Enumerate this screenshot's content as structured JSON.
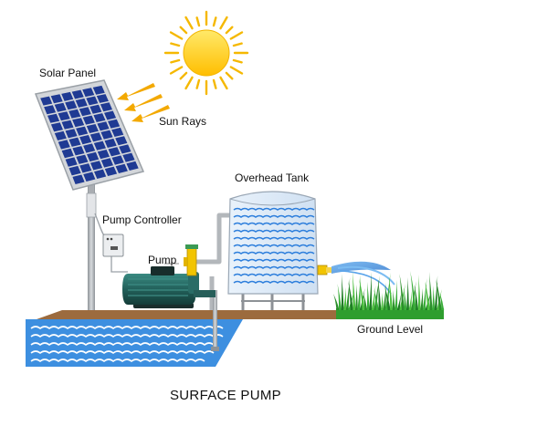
{
  "labels": {
    "solar_panel": "Solar Panel",
    "sun_rays": "Sun Rays",
    "pump_controller": "Pump Controller",
    "pump": "Pump",
    "overhead_tank": "Overhead Tank",
    "ground_level": "Ground Level"
  },
  "title": "SURFACE PUMP",
  "colors": {
    "sun": "#ffd21a",
    "sun_rays": "#f5b800",
    "panel_cell": "#1f3a93",
    "panel_frame": "#c9cdd3",
    "water": "#3d8fe0",
    "ground": "#9c6b3e",
    "grass": "#2f9e2f",
    "pump_body": "#24635e",
    "pipe": "#a9adb2",
    "valve": "#f2c400"
  }
}
